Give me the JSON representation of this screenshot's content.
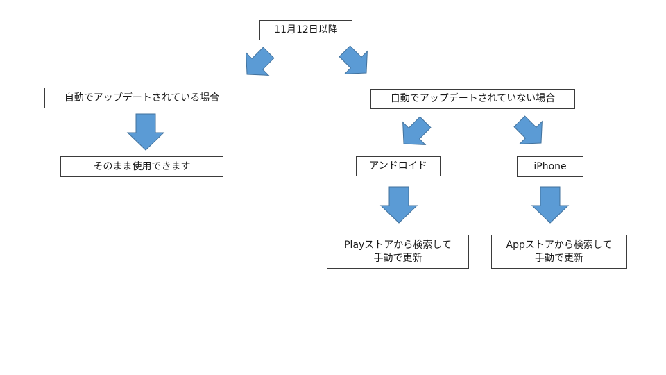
{
  "colors": {
    "arrow": "#5b9bd5",
    "arrow_outline": "#41719c",
    "box_border": "#3b3b3b"
  },
  "nodes": {
    "root": "11月12日以降",
    "auto_updated": "自動でアップデートされている場合",
    "not_auto_updated": "自動でアップデートされていない場合",
    "usable": "そのまま使用できます",
    "android": "アンドロイド",
    "iphone": "iPhone",
    "play_line1": "Playストアから検索して",
    "play_line2": "手動で更新",
    "app_line1": "Appストアから検索して",
    "app_line2": "手動で更新"
  }
}
